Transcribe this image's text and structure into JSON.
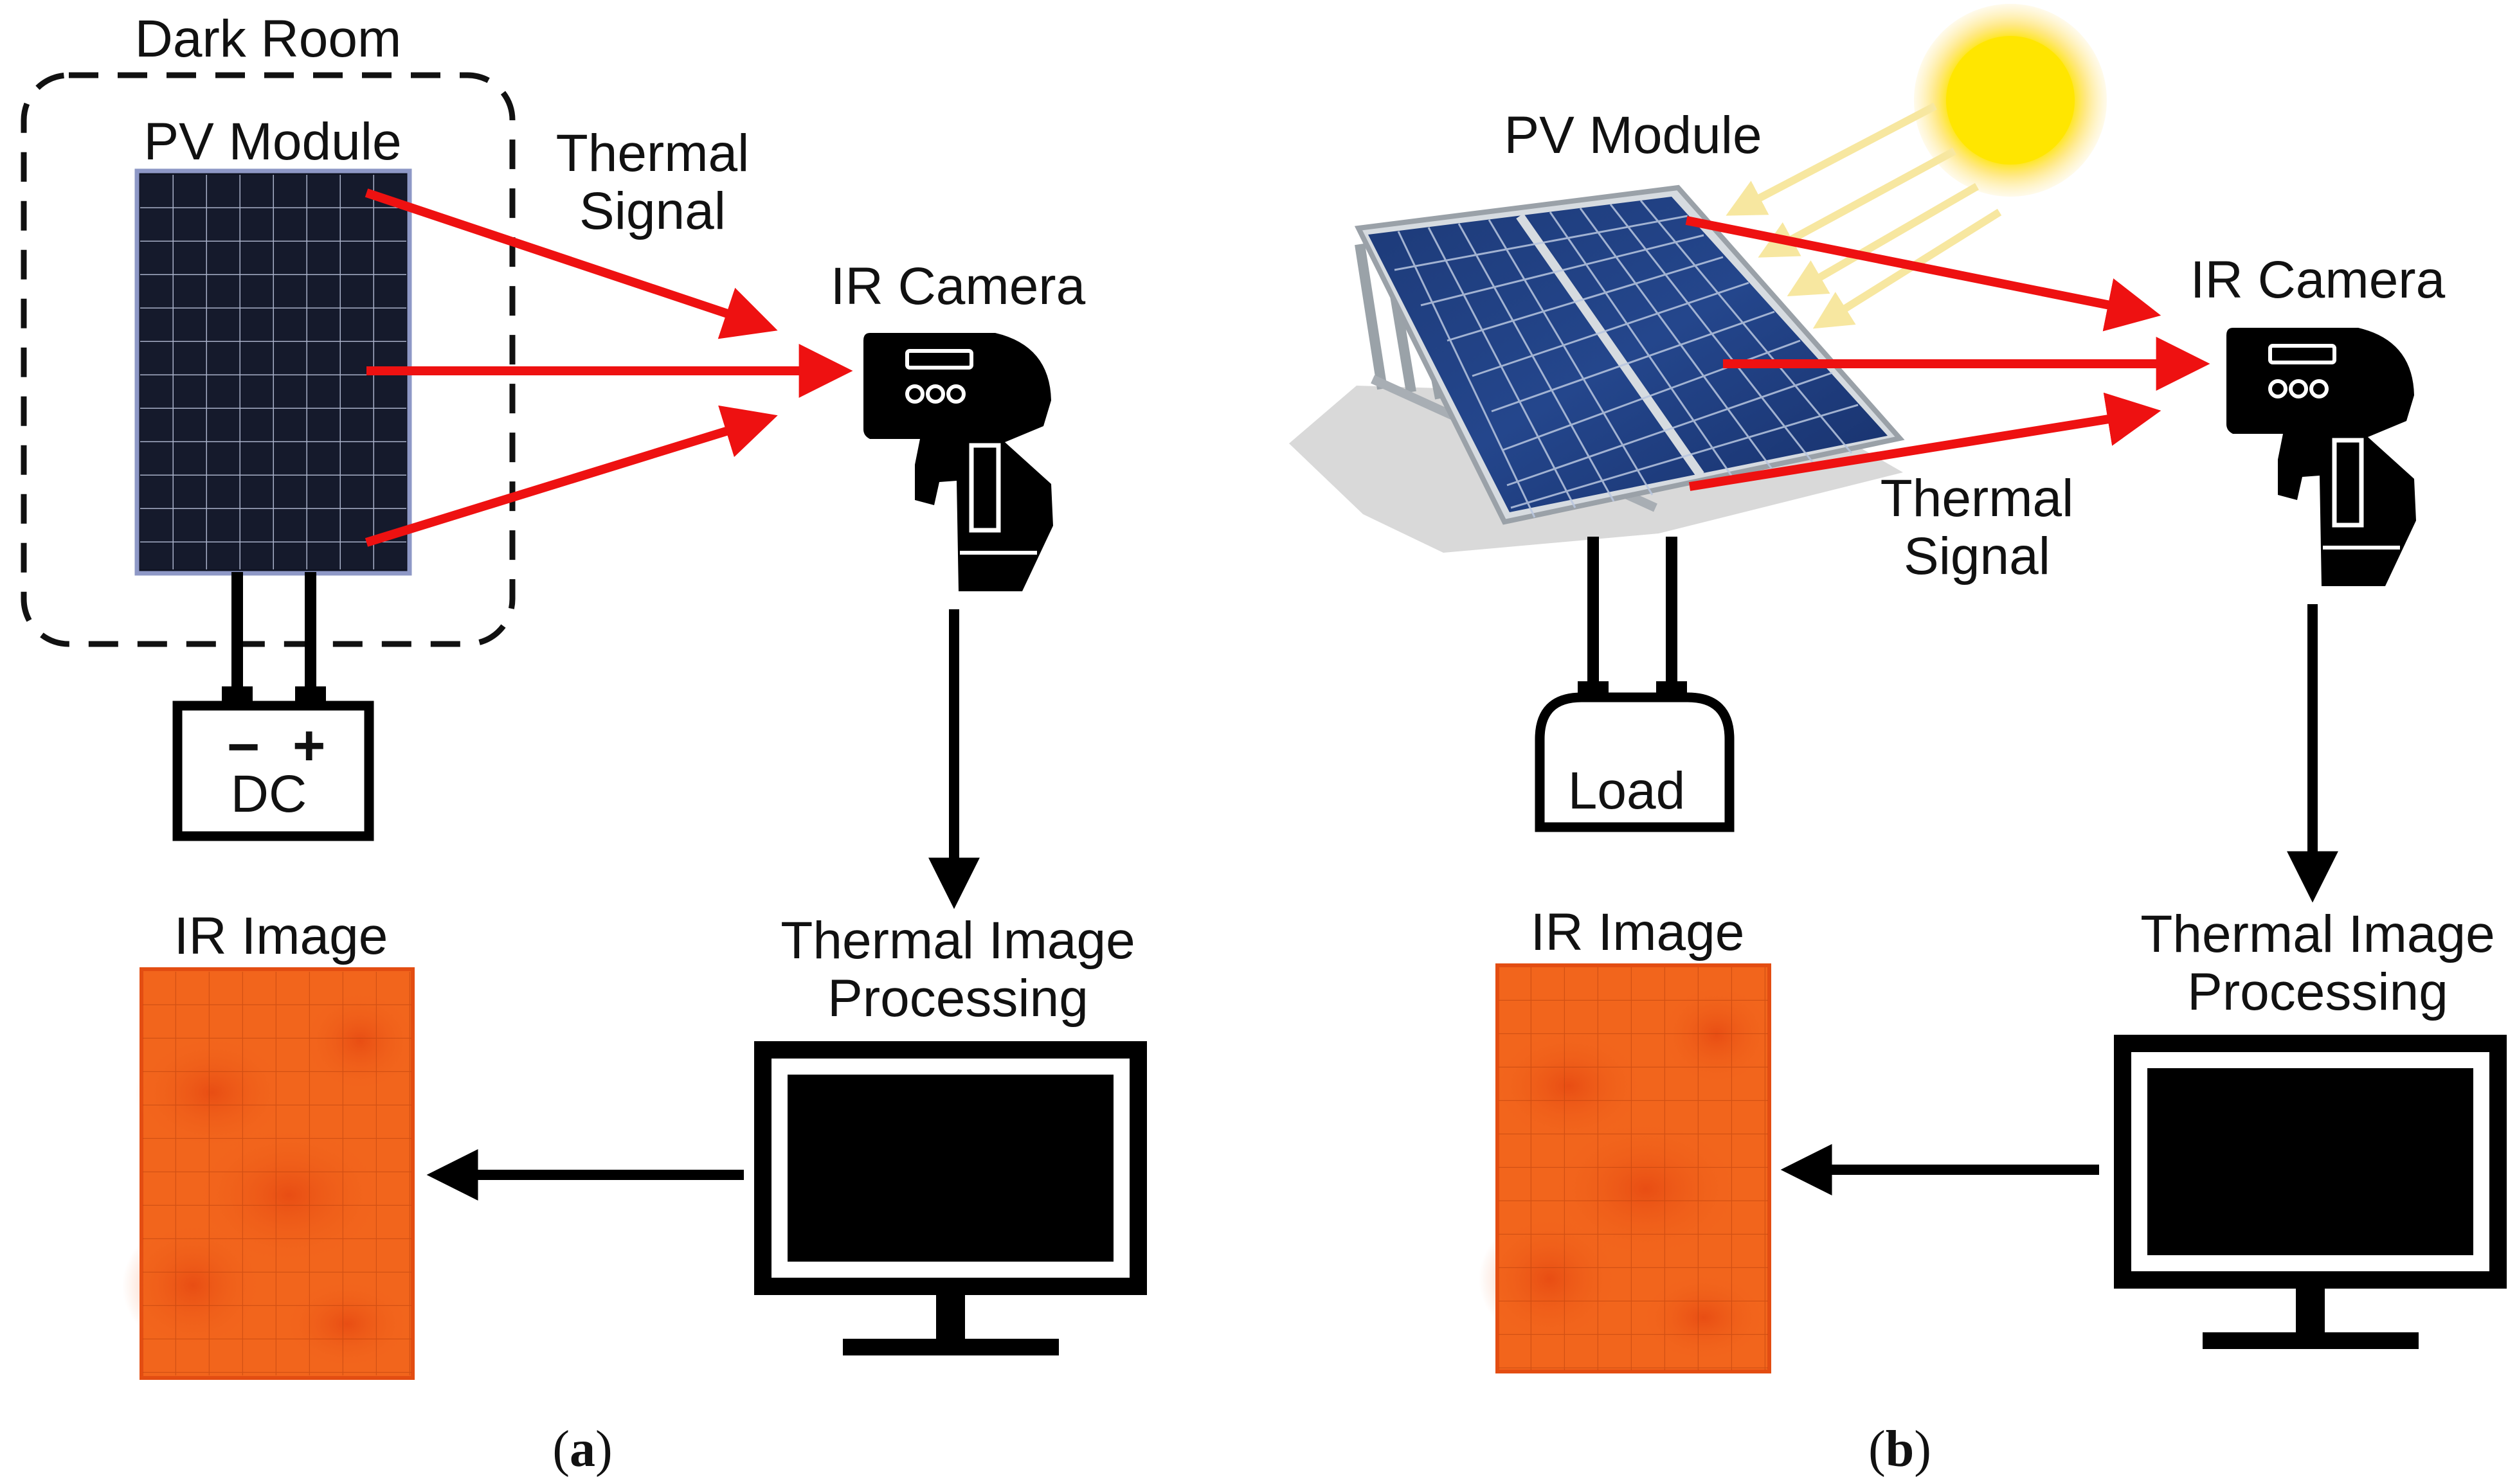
{
  "panel_a": {
    "dark_room": "Dark Room",
    "pv_module": "PV Module",
    "thermal_signal_line1": "Thermal",
    "thermal_signal_line2": "Signal",
    "ir_camera": "IR Camera",
    "dc_minus": "−",
    "dc_plus": "+",
    "dc": "DC",
    "ir_image": "IR Image",
    "processing_line1": "Thermal Image",
    "processing_line2": "Processing",
    "caption_open": "(",
    "caption_letter": "a",
    "caption_close": ")"
  },
  "panel_b": {
    "pv_module": "PV Module",
    "thermal_signal_line1": "Thermal",
    "thermal_signal_line2": "Signal",
    "ir_camera": "IR Camera",
    "load": "Load",
    "ir_image": "IR Image",
    "processing_line1": "Thermal Image",
    "processing_line2": "Processing",
    "caption_open": "(",
    "caption_letter": "b",
    "caption_close": ")"
  },
  "colors": {
    "signal_arrow": "#ee1111",
    "flow_arrow": "#000000",
    "panel_dark": "#141a2e",
    "thermal_orange": "#f2651c",
    "sun": "#ffe600"
  }
}
